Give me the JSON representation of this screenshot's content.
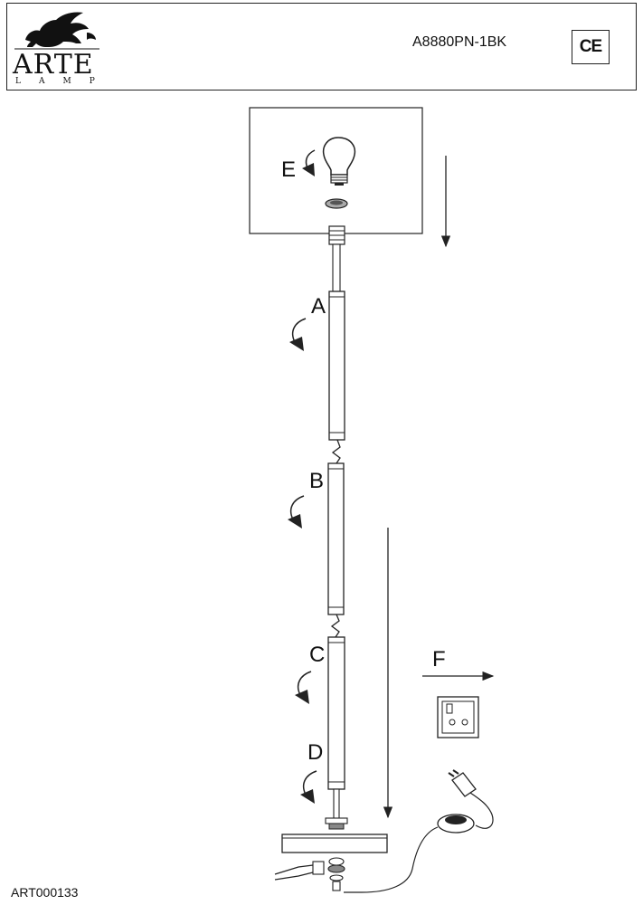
{
  "header": {
    "brand": "ARTE",
    "brand_sub": "LAMP",
    "model": "A8880PN-1BK",
    "ce_mark": "CE"
  },
  "parts": {
    "A": "A",
    "B": "B",
    "C": "C",
    "D": "D",
    "E": "E",
    "F": "F"
  },
  "footer": {
    "code": "ART000133"
  },
  "icons": [
    "lion-logo-icon",
    "ce-mark-icon",
    "bulb-icon",
    "rotate-arrow-icon",
    "down-arrow-icon",
    "right-arrow-icon",
    "wall-socket-icon",
    "plug-icon",
    "foot-switch-icon"
  ]
}
